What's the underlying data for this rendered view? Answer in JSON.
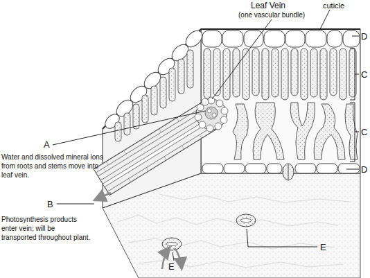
{
  "diagram": {
    "labels": [
      "Leaf Vein",
      "(one vascular bundle)",
      "cuticle",
      "D",
      "C",
      "C",
      "A",
      "Water and dissolved mineral ions from roots and stems move into leaf vein.",
      "D",
      "B",
      "Photosynthesis products enter vein; will be transported throughout plant.",
      "E",
      "E"
    ]
  }
}
